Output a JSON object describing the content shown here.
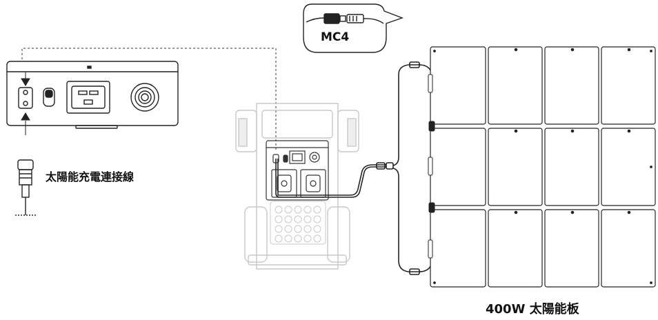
{
  "labels": {
    "solar_charge_cable": "太陽能充電連接線",
    "connector": "MC4",
    "solar_panel": "400W 太陽能板"
  },
  "icons": {
    "solar_port": "solar-input-port-icon",
    "switch": "rocker-switch-icon",
    "ac_socket": "ac-socket-icon",
    "round_port": "round-port-icon",
    "plug": "solar-plug-icon",
    "mc4": "mc4-connector-icon"
  },
  "colors": {
    "line": "#222222",
    "faint": "#c8c8c8",
    "text": "#111111"
  }
}
